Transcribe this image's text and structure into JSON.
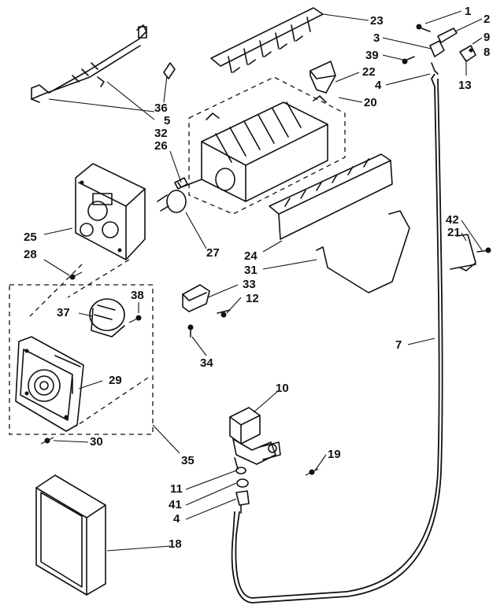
{
  "callouts": {
    "c1": "1",
    "c2": "2",
    "c3": "3",
    "c9": "9",
    "c8": "8",
    "c39": "39",
    "c13": "13",
    "c4a": "4",
    "c22": "22",
    "c23": "23",
    "c20": "20",
    "c36": "36",
    "c5": "5",
    "c32": "32",
    "c26": "26",
    "c25": "25",
    "c28": "28",
    "c27": "27",
    "c24": "24",
    "c31": "31",
    "c33": "33",
    "c12": "12",
    "c34": "34",
    "c42": "42",
    "c21": "21",
    "c7": "7",
    "c37": "37",
    "c38": "38",
    "c29": "29",
    "c30": "30",
    "c35": "35",
    "c10": "10",
    "c19": "19",
    "c11": "11",
    "c41": "41",
    "c4b": "4",
    "c18": "18"
  }
}
